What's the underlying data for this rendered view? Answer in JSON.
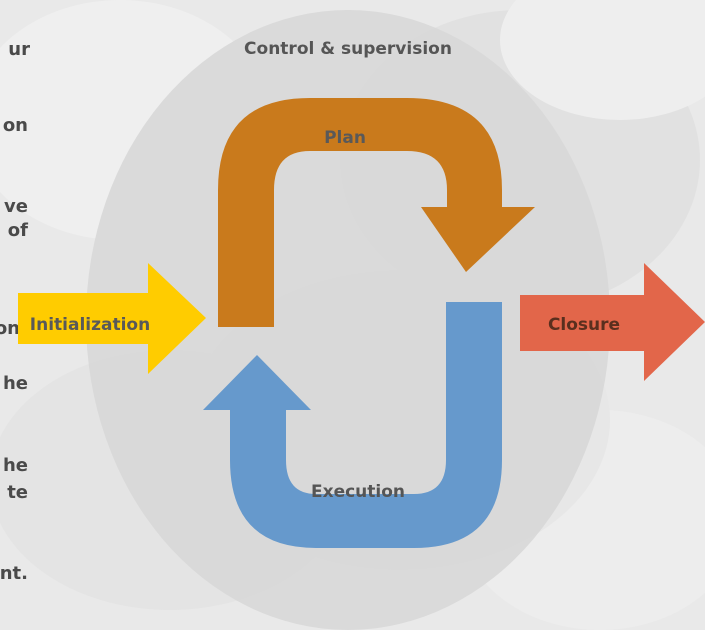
{
  "background": {
    "text_fragments": [
      "ur",
      "on",
      "ve",
      "of",
      "on",
      "he",
      "he",
      "te",
      "nt."
    ]
  },
  "diagram": {
    "top_label": "Control & supervision",
    "plan_label": "Plan",
    "execution_label": "Execution",
    "initialization_label": "Initialization",
    "closure_label": "Closure"
  },
  "colors": {
    "page_background": "#e9e9e9",
    "ellipse": "#d7d7d7",
    "plan": "#c97a1c",
    "execution": "#6699cc",
    "initialization": "#ffcc00",
    "closure": "#e2664a",
    "label_dark": "#555555",
    "label_on_accent": "#595959",
    "closure_text": "#5a2f1e",
    "background_text": "#4a4a4a"
  }
}
